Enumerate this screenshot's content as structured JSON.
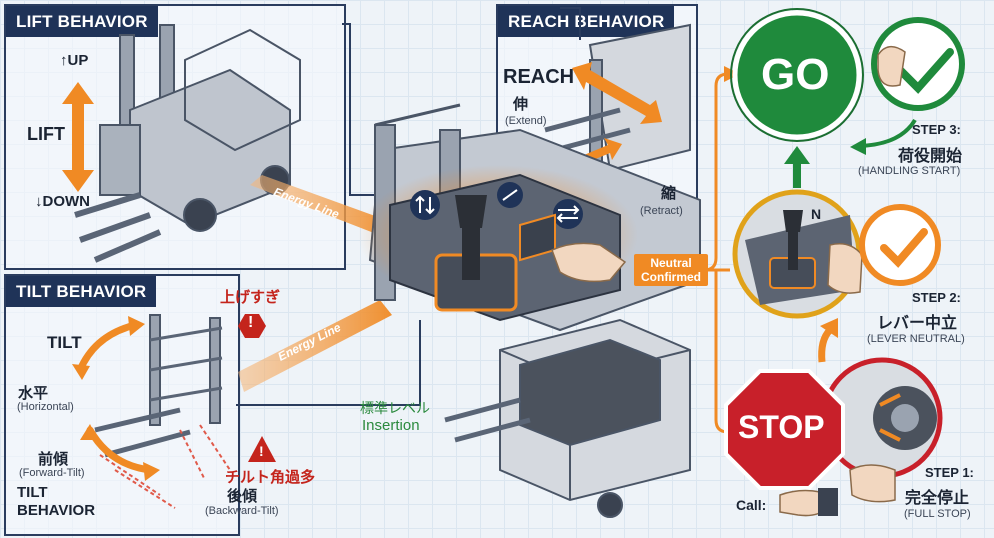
{
  "lift": {
    "title": "LIFT BEHAVIOR",
    "up": "↑UP",
    "lift": "LIFT",
    "down": "↓DOWN"
  },
  "reach": {
    "title": "REACH BEHAVIOR",
    "reach": "REACH",
    "extend_jp": "伸",
    "extend_en": "(Extend)",
    "retract_jp": "縮",
    "retract_en": "(Retract)"
  },
  "tilt": {
    "title": "TILT BEHAVIOR",
    "tilt": "TILT",
    "horizontal_jp": "水平",
    "horizontal_en": "(Horizontal)",
    "forward_jp": "前傾",
    "forward_en": "(Forward-Tilt)",
    "tilt_behavior": "TILT BEHAVIOR",
    "backward_jp": "後傾",
    "backward_en": "(Backward-Tilt)",
    "warn_lift": "上げすぎ",
    "warn_tilt": "チルト角過多"
  },
  "center": {
    "energy_line": "Energy Line",
    "neutral": "Neutral Confirmed",
    "standard_jp": "標準レベル",
    "insertion": "Insertion",
    "lever_n": "N"
  },
  "steps": {
    "go": "GO",
    "stop": "STOP",
    "step3_label": "STEP 3:",
    "step3_jp": "荷役開始",
    "step3_en": "(HANDLING START)",
    "step2_label": "STEP 2:",
    "step2_jp": "レバー中立",
    "step2_en": "(LEVER NEUTRAL)",
    "step1_label": "STEP 1:",
    "step1_jp": "完全停止",
    "step1_en": "(FULL STOP)",
    "call": "Call:"
  },
  "colors": {
    "navy": "#1f3358",
    "orange": "#f08a24",
    "go_green": "#1f8a3c",
    "stop_red": "#c8202a",
    "warning_red": "#c4241c"
  }
}
